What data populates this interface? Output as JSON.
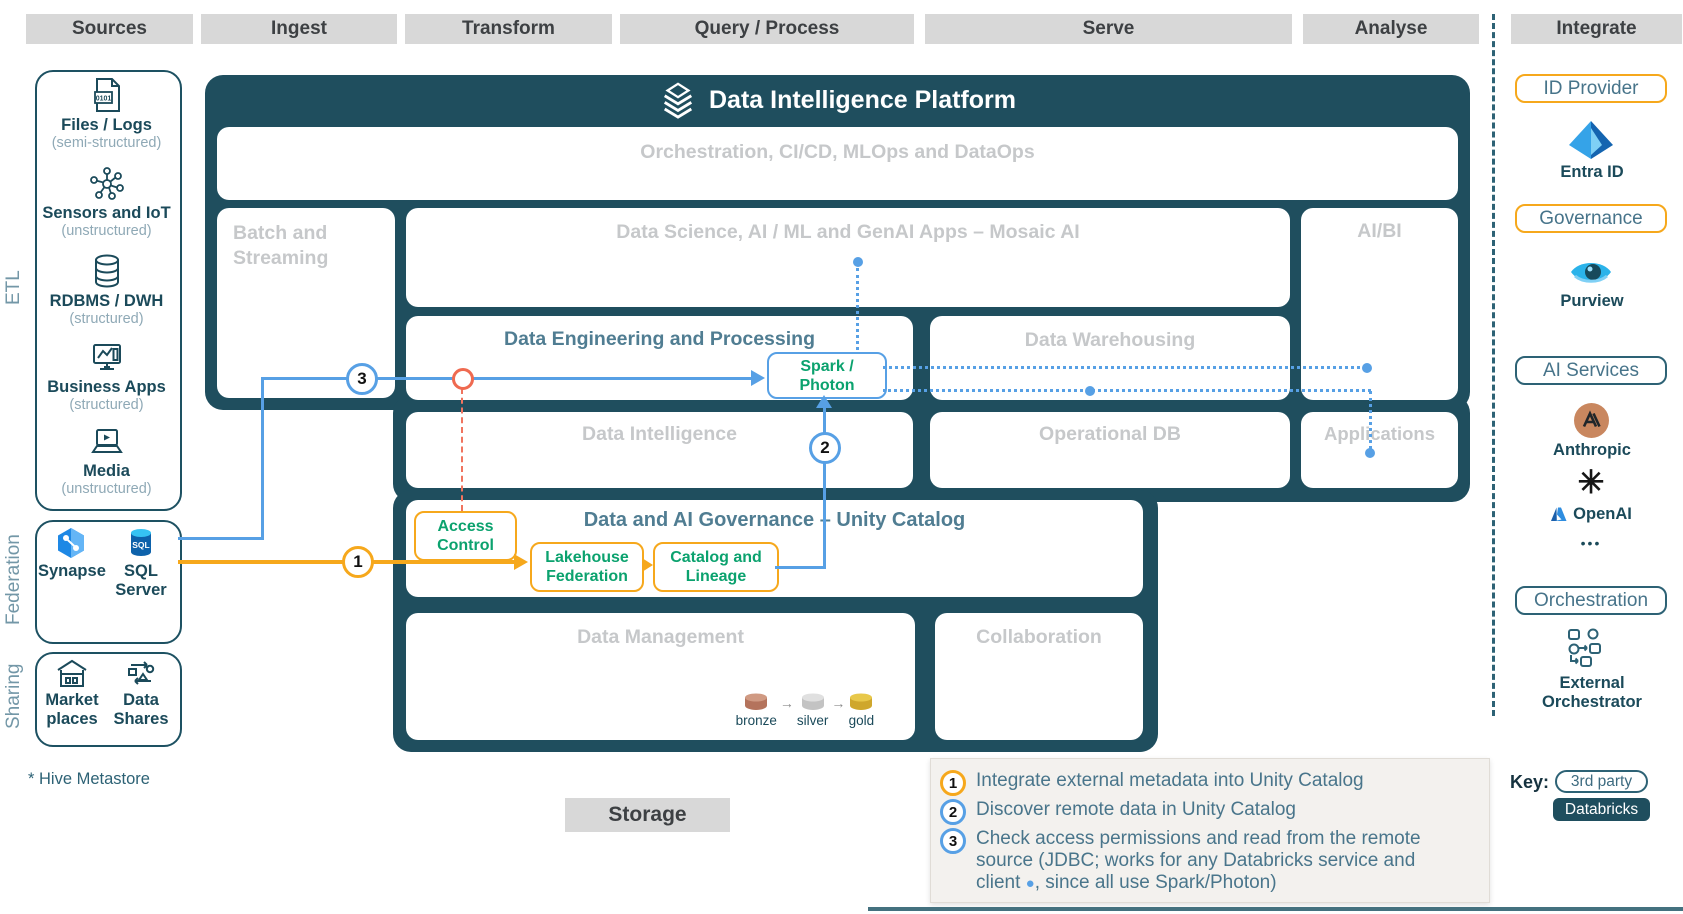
{
  "header": {
    "chips": [
      "Sources",
      "Ingest",
      "Transform",
      "Query / Process",
      "Serve",
      "Analyse",
      "Integrate"
    ]
  },
  "lanes": {
    "etl": "ETL",
    "federation": "Federation",
    "sharing": "Sharing"
  },
  "sources": {
    "items": [
      {
        "label": "Files / Logs",
        "sub": "(semi-structured)",
        "icon": "file-code-icon",
        "icon_text": "0101"
      },
      {
        "label": "Sensors and IoT",
        "sub": "(unstructured)",
        "icon": "iot-network-icon"
      },
      {
        "label": "RDBMS / DWH",
        "sub": "(structured)",
        "icon": "database-icon"
      },
      {
        "label": "Business Apps",
        "sub": "(structured)",
        "icon": "business-apps-icon"
      },
      {
        "label": "Media",
        "sub": "(unstructured)",
        "icon": "media-laptop-icon"
      }
    ]
  },
  "federation_items": [
    {
      "label": "Synapse",
      "icon": "synapse-icon"
    },
    {
      "label": "SQL Server",
      "icon": "sql-server-icon",
      "icon_text": "SQL"
    }
  ],
  "sharing_items": [
    {
      "label": "Market places",
      "icon": "marketplace-icon"
    },
    {
      "label": "Data Shares",
      "icon": "data-shares-icon"
    }
  ],
  "platform": {
    "title": "Data Intelligence Platform",
    "orchestration": "Orchestration, CI/CD, MLOps and DataOps",
    "batch_streaming": "Batch and Streaming",
    "data_science": "Data Science, AI / ML and GenAI Apps – Mosaic AI",
    "ai_bi": "AI/BI",
    "data_engineering": "Data Engineering and Processing",
    "spark_photon": "Spark / Photon",
    "data_warehousing": "Data Warehousing",
    "data_intelligence": "Data Intelligence",
    "operational_db": "Operational DB",
    "applications": "Applications",
    "unity_title": "Data and AI Governance – Unity Catalog",
    "access_control": "Access Control",
    "lakehouse_federation": "Lakehouse Federation",
    "catalog_lineage": "Catalog and Lineage",
    "data_management": "Data Management",
    "collaboration": "Collaboration",
    "medallion": [
      "bronze",
      "silver",
      "gold"
    ]
  },
  "markers": {
    "m1": "1",
    "m2": "2",
    "m3": "3"
  },
  "integrate": {
    "id_provider": "ID Provider",
    "entra_id": "Entra ID",
    "governance": "Governance",
    "purview": "Purview",
    "ai_services": "AI Services",
    "anthropic": "Anthropic",
    "openai": "OpenAI",
    "more_dots": "•••",
    "orchestration": "Orchestration",
    "external_orchestrator": "External Orchestrator"
  },
  "key": {
    "label": "Key:",
    "third_party": "3rd party",
    "databricks": "Databricks"
  },
  "legend": {
    "items": [
      {
        "num": "1",
        "text": "Integrate external metadata into Unity Catalog"
      },
      {
        "num": "2",
        "text": "Discover remote data in Unity Catalog"
      },
      {
        "num": "3",
        "text_before": "Check access permissions and read from the remote source (JDBC; works for any Databricks service and client ",
        "dot": "●",
        "text_after": ", since all use Spark/Photon)"
      }
    ]
  },
  "footnotes": {
    "hive": "* Hive Metastore",
    "storage": "Storage"
  },
  "colors": {
    "platform_teal": "#1f4e5e",
    "slate_title": "#507d92",
    "muted_label": "#c6c8ca",
    "green_accent": "#0ba26e",
    "orange_accent": "#f6a81c",
    "blue_accent": "#57a0e5",
    "red_accent": "#ef6a50",
    "navy_label": "#1b4a5a",
    "chip_bg": "#d8d8d8",
    "legend_bg": "#f3f1ee"
  }
}
